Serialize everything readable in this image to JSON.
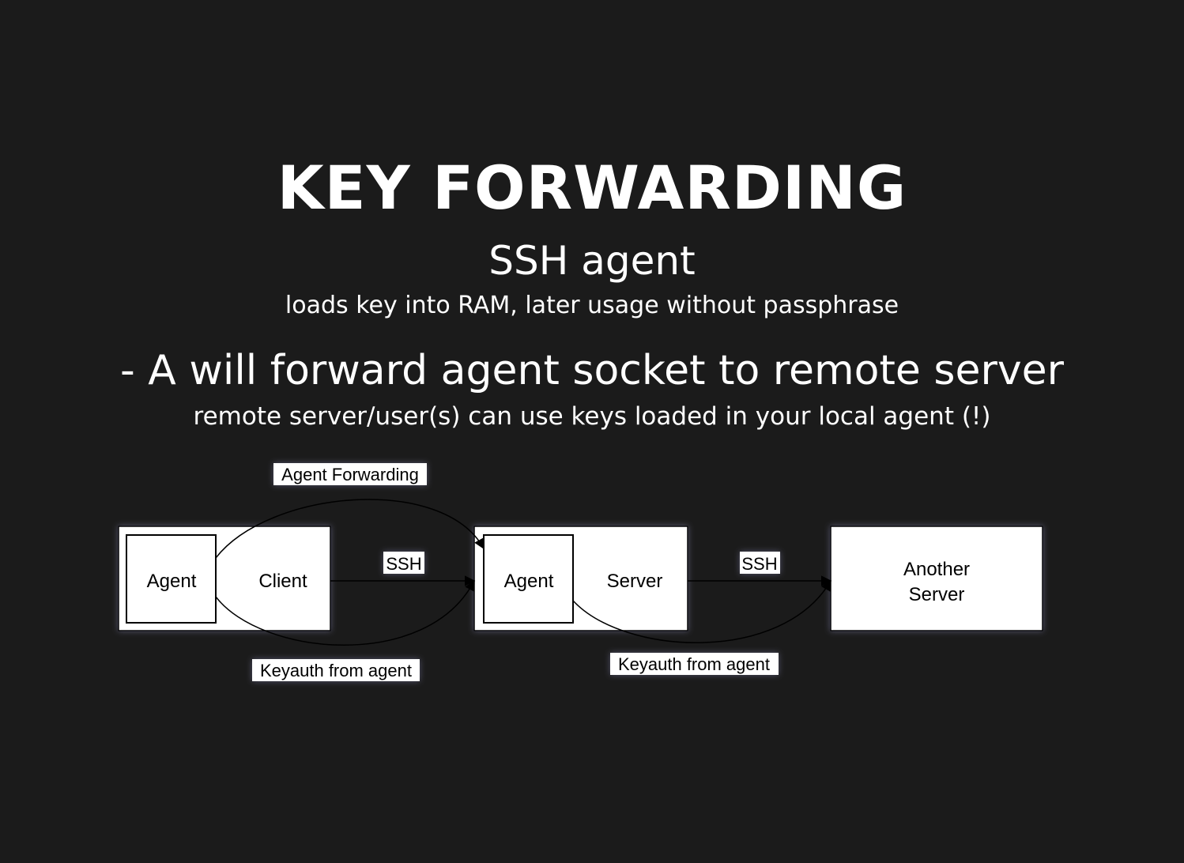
{
  "slide": {
    "title": "KEY FORWARDING",
    "subtitle": "SSH agent",
    "subnote": "loads key into RAM, later usage without passphrase",
    "bullet": "- A will forward agent socket to remote server",
    "bullet_note": "remote server/user(s) can use keys loaded in your local agent (!)"
  },
  "diagram": {
    "labels": {
      "agent_forwarding": "Agent Forwarding",
      "ssh_1": "SSH",
      "ssh_2": "SSH",
      "keyauth_1": "Keyauth from agent",
      "keyauth_2": "Keyauth from agent"
    },
    "nodes": {
      "client_agent": "Agent",
      "client": "Client",
      "server_agent": "Agent",
      "server": "Server",
      "another_server_line1": "Another",
      "another_server_line2": "Server"
    }
  },
  "colors": {
    "background": "#1b1b1b",
    "text": "#ffffff",
    "box_fill": "#ffffff",
    "box_stroke": "#000000"
  }
}
